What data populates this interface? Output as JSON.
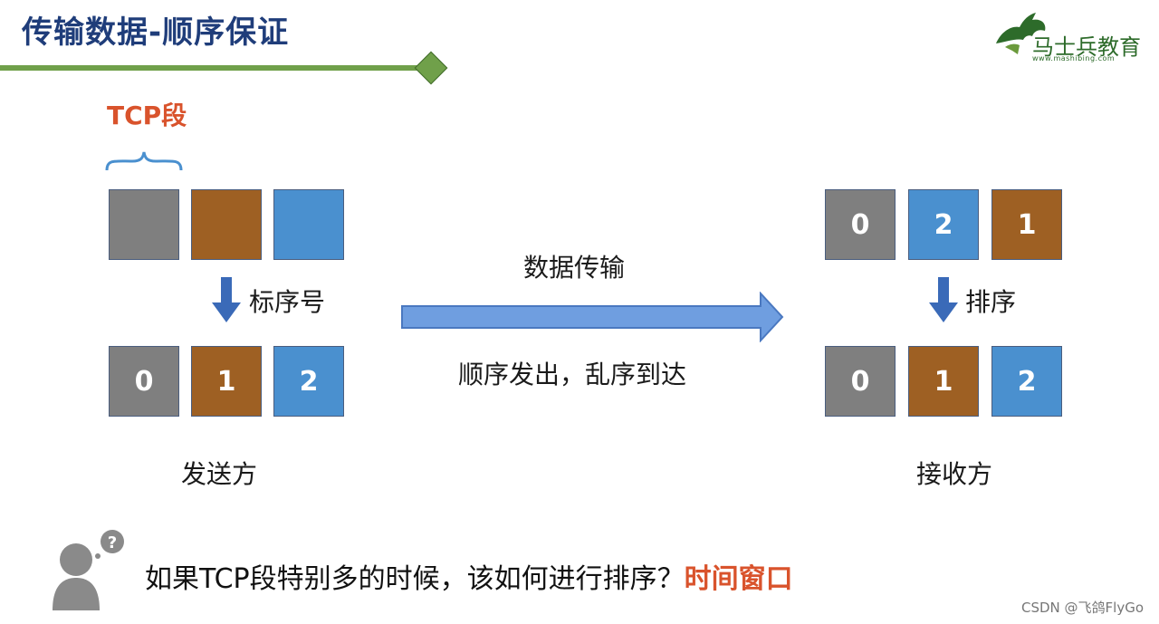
{
  "header": {
    "title": "传输数据-顺序保证",
    "logo_text": "马士兵教育",
    "logo_url_text": "www.mashibing.com"
  },
  "sender": {
    "segment_label": "TCP段",
    "before_colors": [
      "#7f7f7f",
      "#9e6023",
      "#4a90cf"
    ],
    "step_label": "标序号",
    "after_boxes": [
      {
        "label": "0",
        "color": "#7f7f7f"
      },
      {
        "label": "1",
        "color": "#9e6023"
      },
      {
        "label": "2",
        "color": "#4a90cf"
      }
    ],
    "caption": "发送方"
  },
  "transfer": {
    "label_top": "数据传输",
    "label_bottom": "顺序发出，乱序到达"
  },
  "receiver": {
    "before_boxes": [
      {
        "label": "0",
        "color": "#7f7f7f"
      },
      {
        "label": "2",
        "color": "#4a90cf"
      },
      {
        "label": "1",
        "color": "#9e6023"
      }
    ],
    "step_label": "排序",
    "after_boxes": [
      {
        "label": "0",
        "color": "#7f7f7f"
      },
      {
        "label": "1",
        "color": "#9e6023"
      },
      {
        "label": "2",
        "color": "#4a90cf"
      }
    ],
    "caption": "接收方"
  },
  "footer": {
    "question": "如果TCP段特别多的时候，该如何进行排序？",
    "answer": "时间窗口",
    "person_icon": "person-question-icon",
    "watermark": "CSDN @飞鸽FlyGo"
  },
  "colors": {
    "title": "#1f3d7a",
    "accent_red": "#d9532c",
    "accent_green": "#70a04a",
    "arrow_blue": "#5b8fd9"
  }
}
